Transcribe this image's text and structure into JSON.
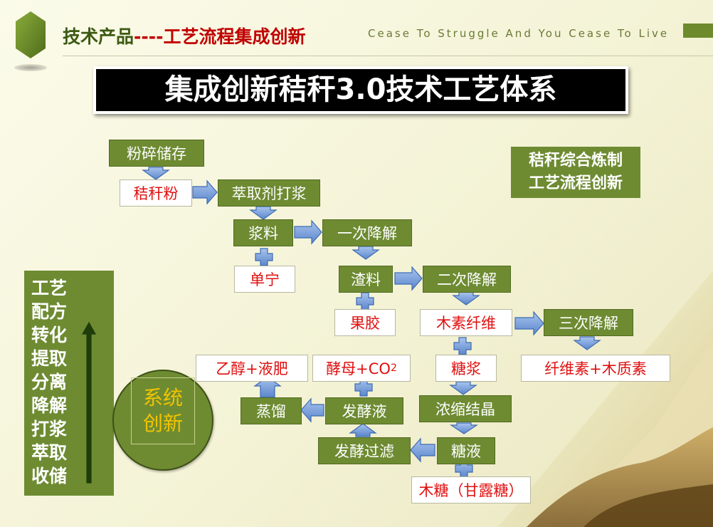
{
  "header": {
    "title_part1": "技术产品",
    "title_dash": "----",
    "title_part2": "工艺流程集成创新",
    "slogan": "Cease To Struggle And You Cease To Live"
  },
  "banner": {
    "title": "集成创新秸秆3.0技术工艺体系"
  },
  "side_note": {
    "line1": "秸秆综合炼制",
    "line2": "工艺流程创新"
  },
  "left_steps": [
    "工艺",
    "配方",
    "转化",
    "提取",
    "分离",
    "降解",
    "打浆",
    "萃取",
    "收储"
  ],
  "system": {
    "line1": "系统",
    "line2": "创新"
  },
  "flow": {
    "crush_store": "粉碎储存",
    "straw_powder": "秸秆粉",
    "extract_pulp": "萃取剂打浆",
    "slurry": "浆料",
    "primary_degradation": "一次降解",
    "tannin": "单宁",
    "residue": "渣料",
    "secondary_degradation": "二次降解",
    "pectin": "果胶",
    "lignocellulose": "木素纤维",
    "tertiary_degradation": "三次降解",
    "cellulose_lignin": "纤维素+木质素",
    "ethanol_fertilizer": "乙醇+液肥",
    "yeast_co2_prefix": "酵母+CO",
    "yeast_co2_sub": "2",
    "sugar_pulp": "糖浆",
    "distillation": "蒸馏",
    "fermentation_liquid": "发酵液",
    "concentrate_crystallize": "浓缩结晶",
    "fermentation_filter": "发酵过滤",
    "sugar_liquid": "糖液",
    "xylose": "木糖（甘露糖）"
  },
  "colors": {
    "green": "#6e8b32",
    "red": "#e01010",
    "arrow": "#6f9ad8"
  }
}
